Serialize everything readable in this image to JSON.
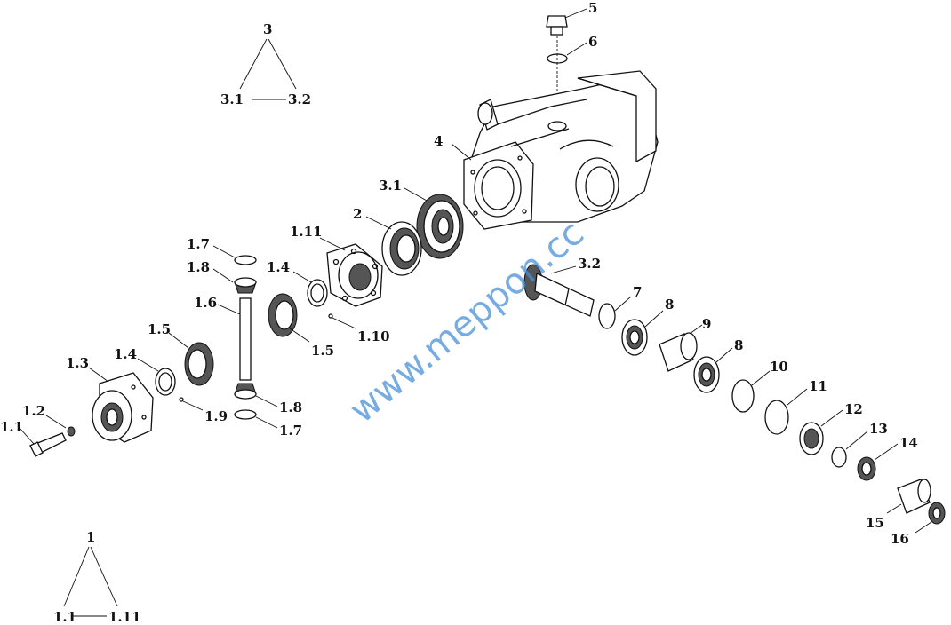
{
  "watermark": "www.meppon.cc",
  "tree_assembly_3": {
    "parent": "3",
    "left": "3.1",
    "right": "3.2"
  },
  "tree_assembly_1": {
    "parent": "1",
    "left": "1.1",
    "right": "1.11"
  },
  "labels": {
    "l5": "5",
    "l6": "6",
    "l4": "4",
    "l31": "3.1",
    "l2": "2",
    "l111": "1.11",
    "l17a": "1.7",
    "l18a": "1.8",
    "l14a": "1.4",
    "l16": "1.6",
    "l15a": "1.5",
    "l15b": "1.5",
    "l110": "1.10",
    "l14b": "1.4",
    "l13": "1.3",
    "l12": "1.2",
    "l11": "1.1",
    "l19": "1.9",
    "l18b": "1.8",
    "l17b": "1.7",
    "l32": "3.2",
    "l7": "7",
    "l8a": "8",
    "l9": "9",
    "l8b": "8",
    "l10": "10",
    "l11n": "11",
    "l12n": "12",
    "l13n": "13",
    "l14n": "14",
    "l15n": "15",
    "l16n": "16"
  }
}
